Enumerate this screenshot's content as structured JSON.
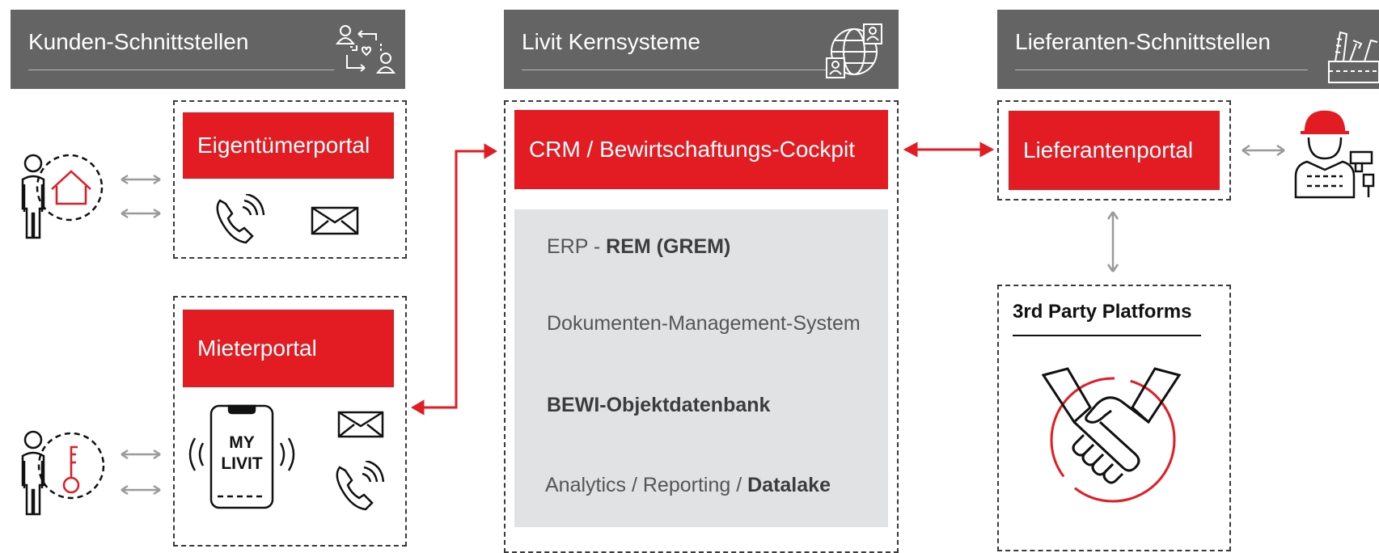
{
  "colors": {
    "header_bg": "#646464",
    "accent_red": "#e31b23",
    "panel_grey": "#e1e2e4",
    "arrow_grey": "#9a9a9a"
  },
  "columns": {
    "customer": {
      "title": "Kunden-Schnittstellen",
      "icon": "people-exchange-icon"
    },
    "core": {
      "title": "Livit Kernsysteme",
      "icon": "globe-people-icon"
    },
    "supplier": {
      "title": "Lieferanten-Schnittstellen",
      "icon": "toolbox-icon"
    }
  },
  "customer": {
    "owner_portal": "Eigentümerportal",
    "tenant_portal": "Mieterportal",
    "app_line1": "MY",
    "app_line2": "LIVIT"
  },
  "core": {
    "crm": "CRM / Bewirtschaftungs-Cockpit",
    "erp_prefix": "ERP - ",
    "erp_bold": "REM (GREM)",
    "dms": "Dokumenten-Management-System",
    "bewi": "BEWI-Objektdatenbank",
    "analytics_prefix": "Analytics / Reporting / ",
    "analytics_bold": "Datalake"
  },
  "supplier": {
    "portal": "Lieferantenportal",
    "third_party": "3rd Party Platforms"
  }
}
